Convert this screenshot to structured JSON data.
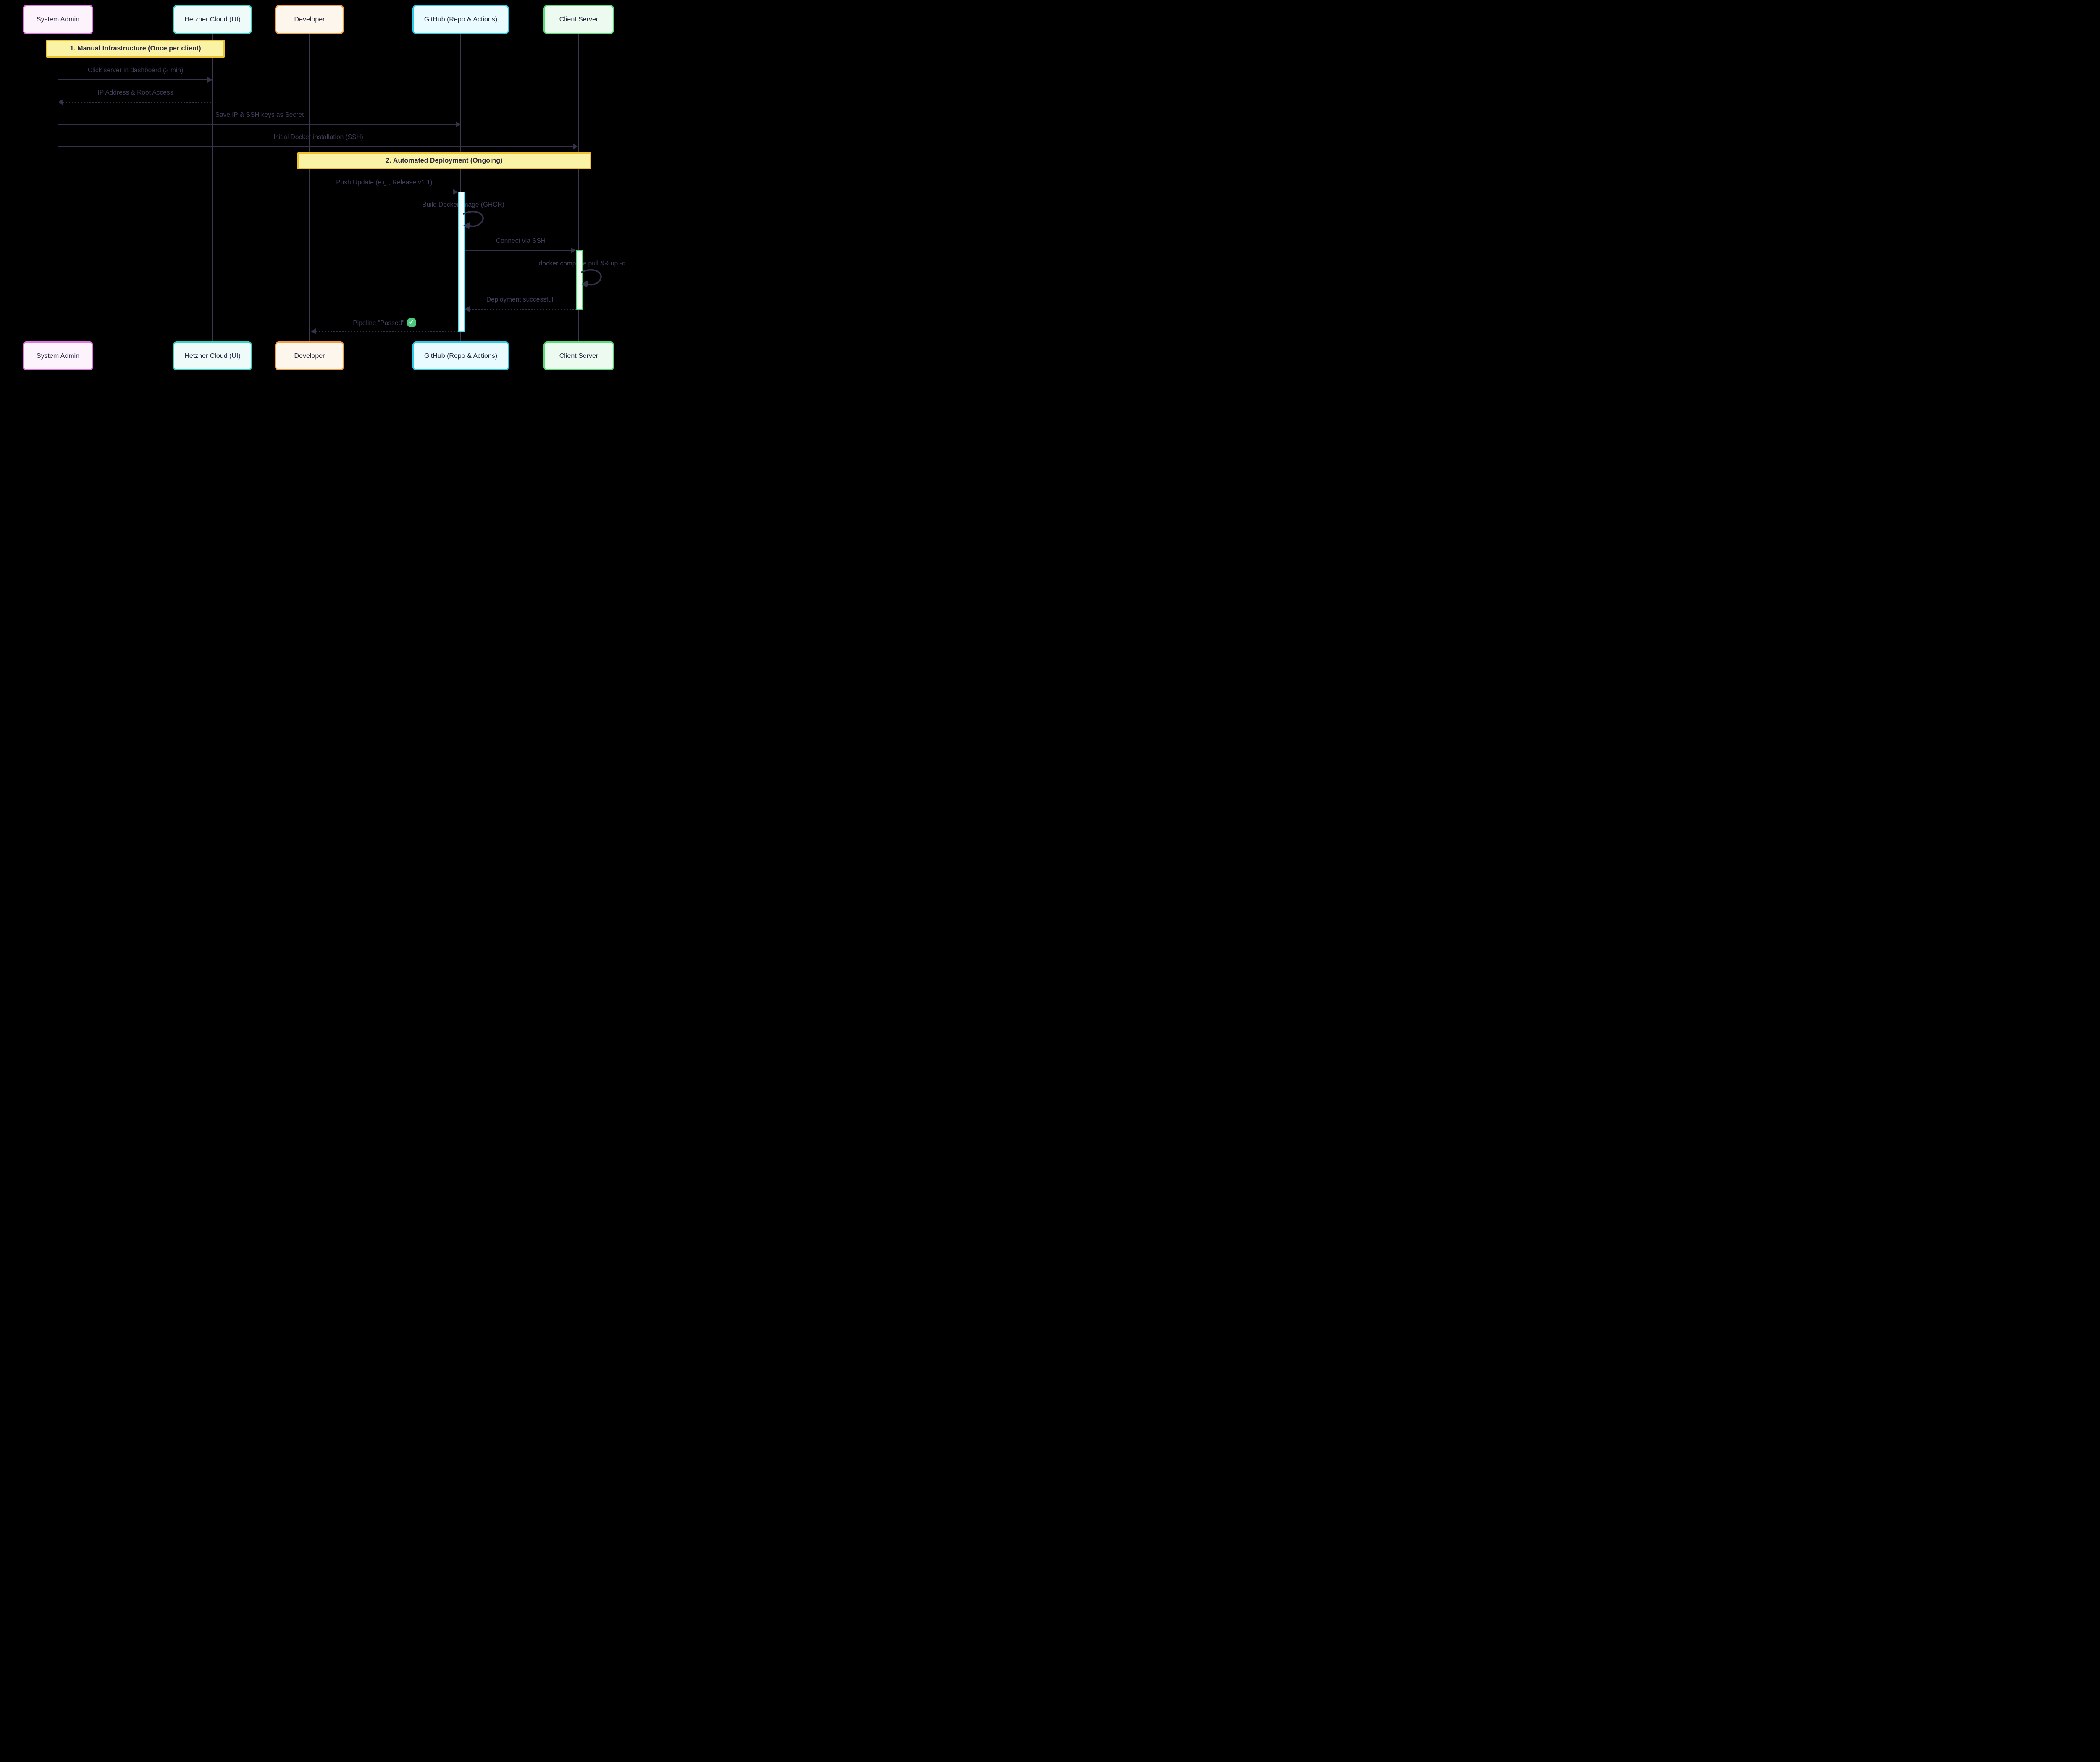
{
  "diagram_type": "sequence",
  "background": "#000000",
  "colors": {
    "message_text": "#413e5c",
    "arrow_line": "#343148",
    "lifeline": "#3a374f",
    "note_fill": "#faf2a4",
    "note_border": "#eec22d",
    "actor_text": "#2b2844",
    "activation_github_fill": "#f4feff",
    "activation_github_border": "#3fe2fb",
    "activation_client_fill": "#f1fcf3",
    "activation_client_border": "#4fdc74",
    "check_emoji_green": "#4dc97b"
  },
  "actors": [
    {
      "id": "system-admin",
      "label": "System Admin",
      "fill": "#fdf3fd",
      "border": "#e473e6"
    },
    {
      "id": "hetzner-cloud",
      "label": "Hetzner Cloud (UI)",
      "fill": "#effbf8",
      "border": "#2fd6c2"
    },
    {
      "id": "developer",
      "label": "Developer",
      "fill": "#fdf6ec",
      "border": "#f59b42"
    },
    {
      "id": "github",
      "label": "GitHub (Repo & Actions)",
      "fill": "#e9fbfe",
      "border": "#29cdea"
    },
    {
      "id": "client-server",
      "label": "Client Server",
      "fill": "#edfaef",
      "border": "#55dd77"
    }
  ],
  "notes": [
    {
      "text": "1. Manual Infrastructure (Once per client)"
    },
    {
      "text": "2. Automated Deployment (Ongoing)"
    }
  ],
  "messages": [
    {
      "from": "System Admin",
      "to": "Hetzner Cloud (UI)",
      "text": "Click server in dashboard (2 min)",
      "line": "solid"
    },
    {
      "from": "Hetzner Cloud (UI)",
      "to": "System Admin",
      "text": "IP Address & Root Access",
      "line": "dotted"
    },
    {
      "from": "System Admin",
      "to": "GitHub (Repo & Actions)",
      "text": "Save IP & SSH keys as Secret",
      "line": "solid"
    },
    {
      "from": "System Admin",
      "to": "Client Server",
      "text": "Initial Docker installation (SSH)",
      "line": "solid"
    },
    {
      "from": "Developer",
      "to": "GitHub (Repo & Actions)",
      "text": "Push Update (e.g., Release v1.1)",
      "line": "solid"
    },
    {
      "from": "GitHub (Repo & Actions)",
      "to": "GitHub (Repo & Actions)",
      "text": "Build Docker Image (GHCR)",
      "line": "self"
    },
    {
      "from": "GitHub (Repo & Actions)",
      "to": "Client Server",
      "text": "Connect via SSH",
      "line": "solid"
    },
    {
      "from": "Client Server",
      "to": "Client Server",
      "text": "docker compose pull && up -d",
      "line": "self"
    },
    {
      "from": "Client Server",
      "to": "GitHub (Repo & Actions)",
      "text": "Deployment successful",
      "line": "dotted"
    },
    {
      "from": "GitHub (Repo & Actions)",
      "to": "Developer",
      "text": "Pipeline \"Passed\"",
      "emoji": "✅",
      "line": "dotted"
    }
  ]
}
